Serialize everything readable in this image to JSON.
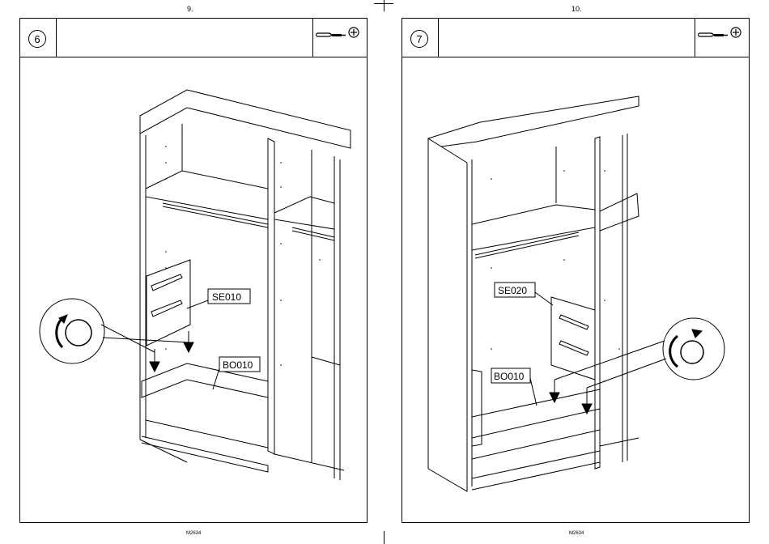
{
  "pages": [
    {
      "page_number": "9.",
      "step": "6",
      "parts": [
        "SE010",
        "BO010"
      ],
      "footer_code": "M2634"
    },
    {
      "page_number": "10.",
      "step": "7",
      "parts": [
        "SE020",
        "BO010"
      ],
      "footer_code": "M2634"
    }
  ],
  "tool_icons": [
    "screwdriver-icon",
    "phillips-screw-icon"
  ]
}
